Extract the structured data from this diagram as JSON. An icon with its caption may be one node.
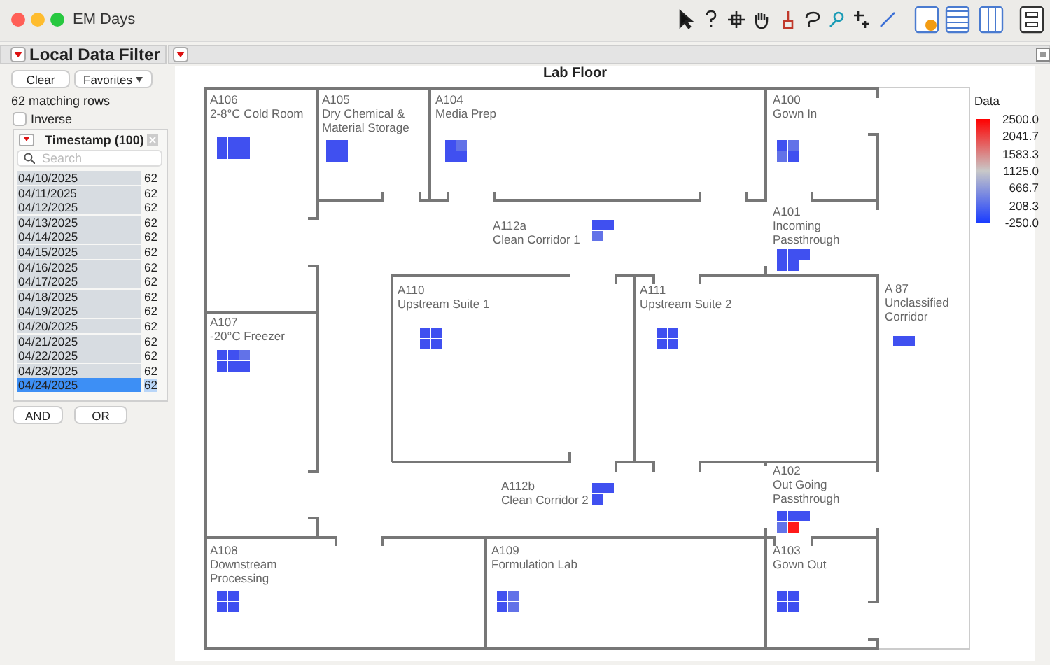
{
  "diagram": {
    "title": "EM Days",
    "nodes": [
      {
        "text": [
          "A106",
          "2-8°C Cold Room"
        ]
      },
      {
        "text": [
          "A105",
          "Dry Chemical & Material Storage"
        ]
      },
      {
        "text": [
          "A104",
          "Media Prep"
        ]
      },
      {
        "text": [
          "A100",
          "Gown In"
        ]
      },
      {
        "text": [
          "A101",
          "Incoming Passthrough"
        ]
      },
      {
        "text": [
          "A112a",
          "Clean Corridor 1"
        ]
      },
      {
        "text": [
          "A107",
          "-20°C Freezer"
        ]
      },
      {
        "text": [
          "A110",
          "Upstream Suite 1"
        ]
      },
      {
        "text": [
          "A111",
          "Upstream Suite 2"
        ]
      },
      {
        "text": [
          "A 87",
          "Unclassified Corridor"
        ]
      },
      {
        "text": [
          "A112b",
          "Clean Corridor 2"
        ]
      },
      {
        "text": [
          "A102",
          "Out Going Passthrough"
        ]
      },
      {
        "text": [
          "A108",
          "Downstream Processing"
        ]
      },
      {
        "text": [
          "A109",
          "Formulation Lab"
        ]
      },
      {
        "text": [
          "A103",
          "Gown Out"
        ]
      }
    ],
    "edges": [],
    "labels": [
      "Local Data Filter",
      "Clear",
      "Favorites",
      "62 matching rows",
      "Inverse",
      "Timestamp (100)",
      "Search",
      "04/10/2025",
      "62",
      "04/11/2025",
      "62",
      "04/12/2025",
      "62",
      "04/13/2025",
      "62",
      "04/14/2025",
      "62",
      "04/15/2025",
      "62",
      "04/16/2025",
      "62",
      "04/17/2025",
      "62",
      "04/18/2025",
      "62",
      "04/19/2025",
      "62",
      "04/20/2025",
      "62",
      "04/21/2025",
      "62",
      "04/22/2025",
      "62",
      "04/23/2025",
      "62",
      "04/24/2025",
      "62",
      "AND",
      "OR",
      "Lab Floor",
      "Data",
      "2500.0",
      "2041.7",
      "1583.3",
      "1125.0",
      "666.7",
      "208.3",
      "-250.0"
    ]
  }
}
